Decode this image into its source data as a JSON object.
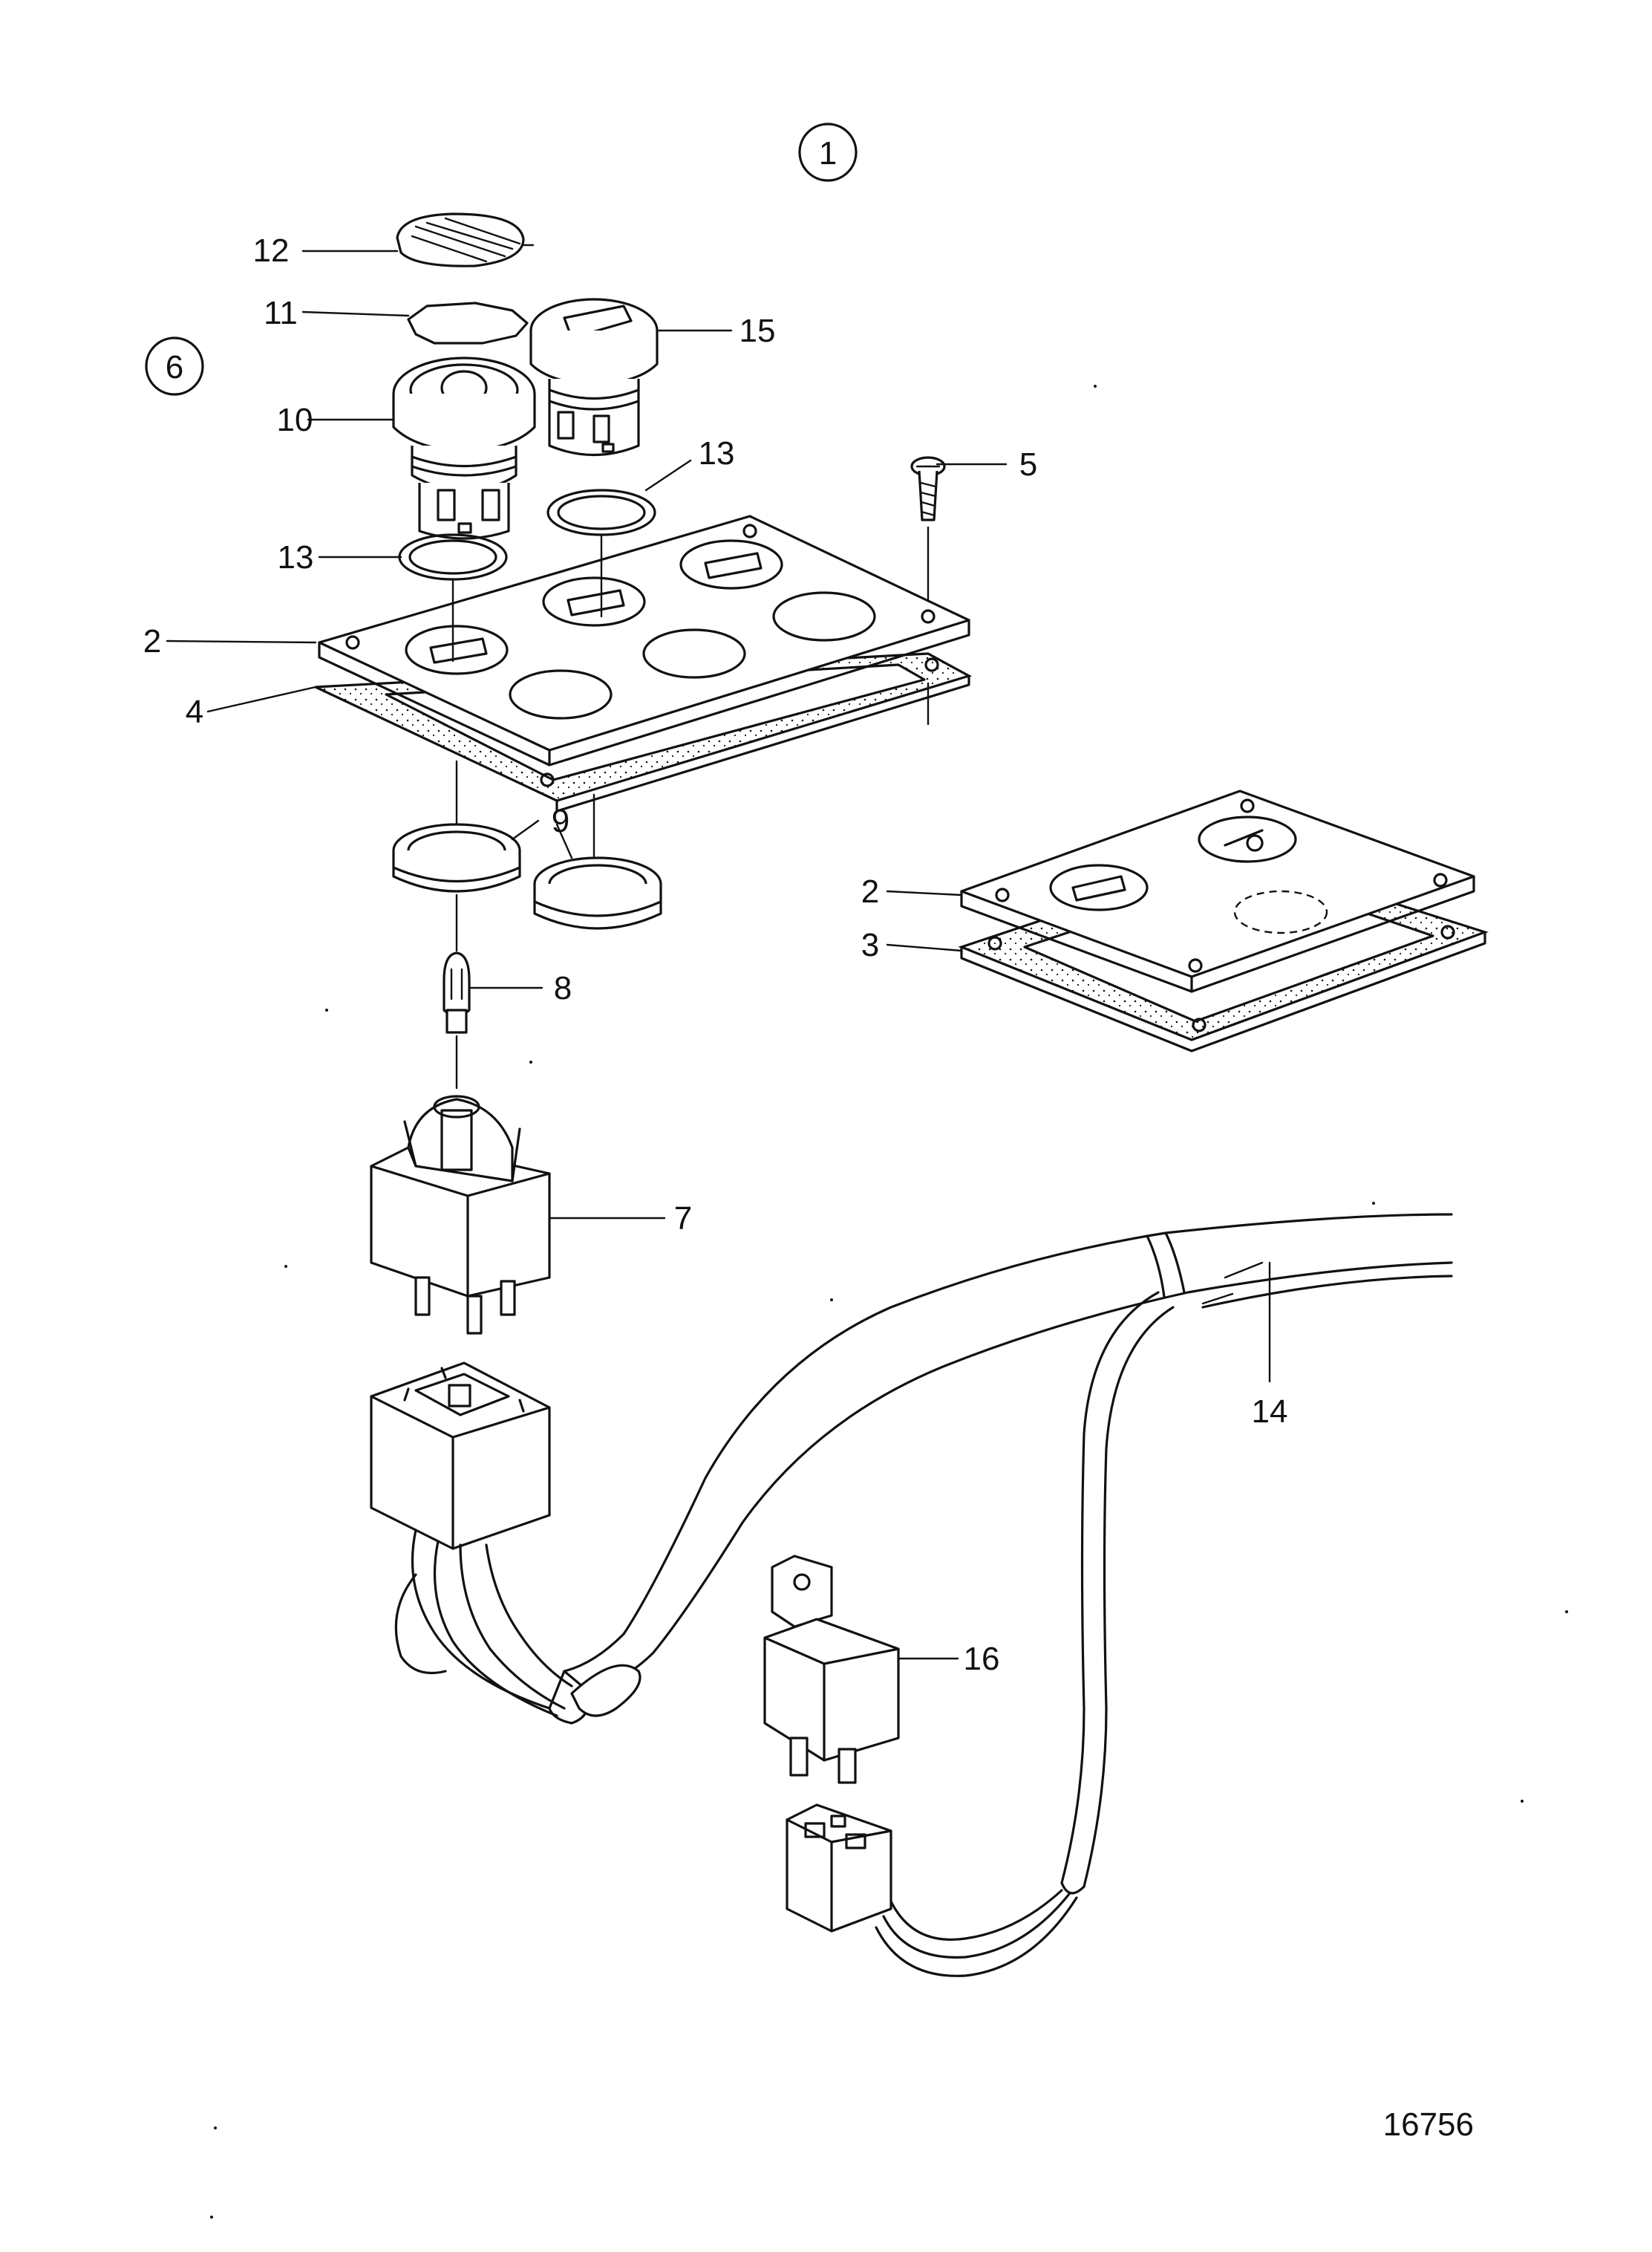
{
  "callouts": {
    "c1": "1",
    "c6": "6",
    "l2a": "2",
    "l2b": "2",
    "l3": "3",
    "l4": "4",
    "l5": "5",
    "l7": "7",
    "l8": "8",
    "l9": "9",
    "l10": "10",
    "l11": "11",
    "l12": "12",
    "l13a": "13",
    "l13b": "13",
    "l14": "14",
    "l15": "15",
    "l16": "16"
  },
  "figure_number": "16756"
}
